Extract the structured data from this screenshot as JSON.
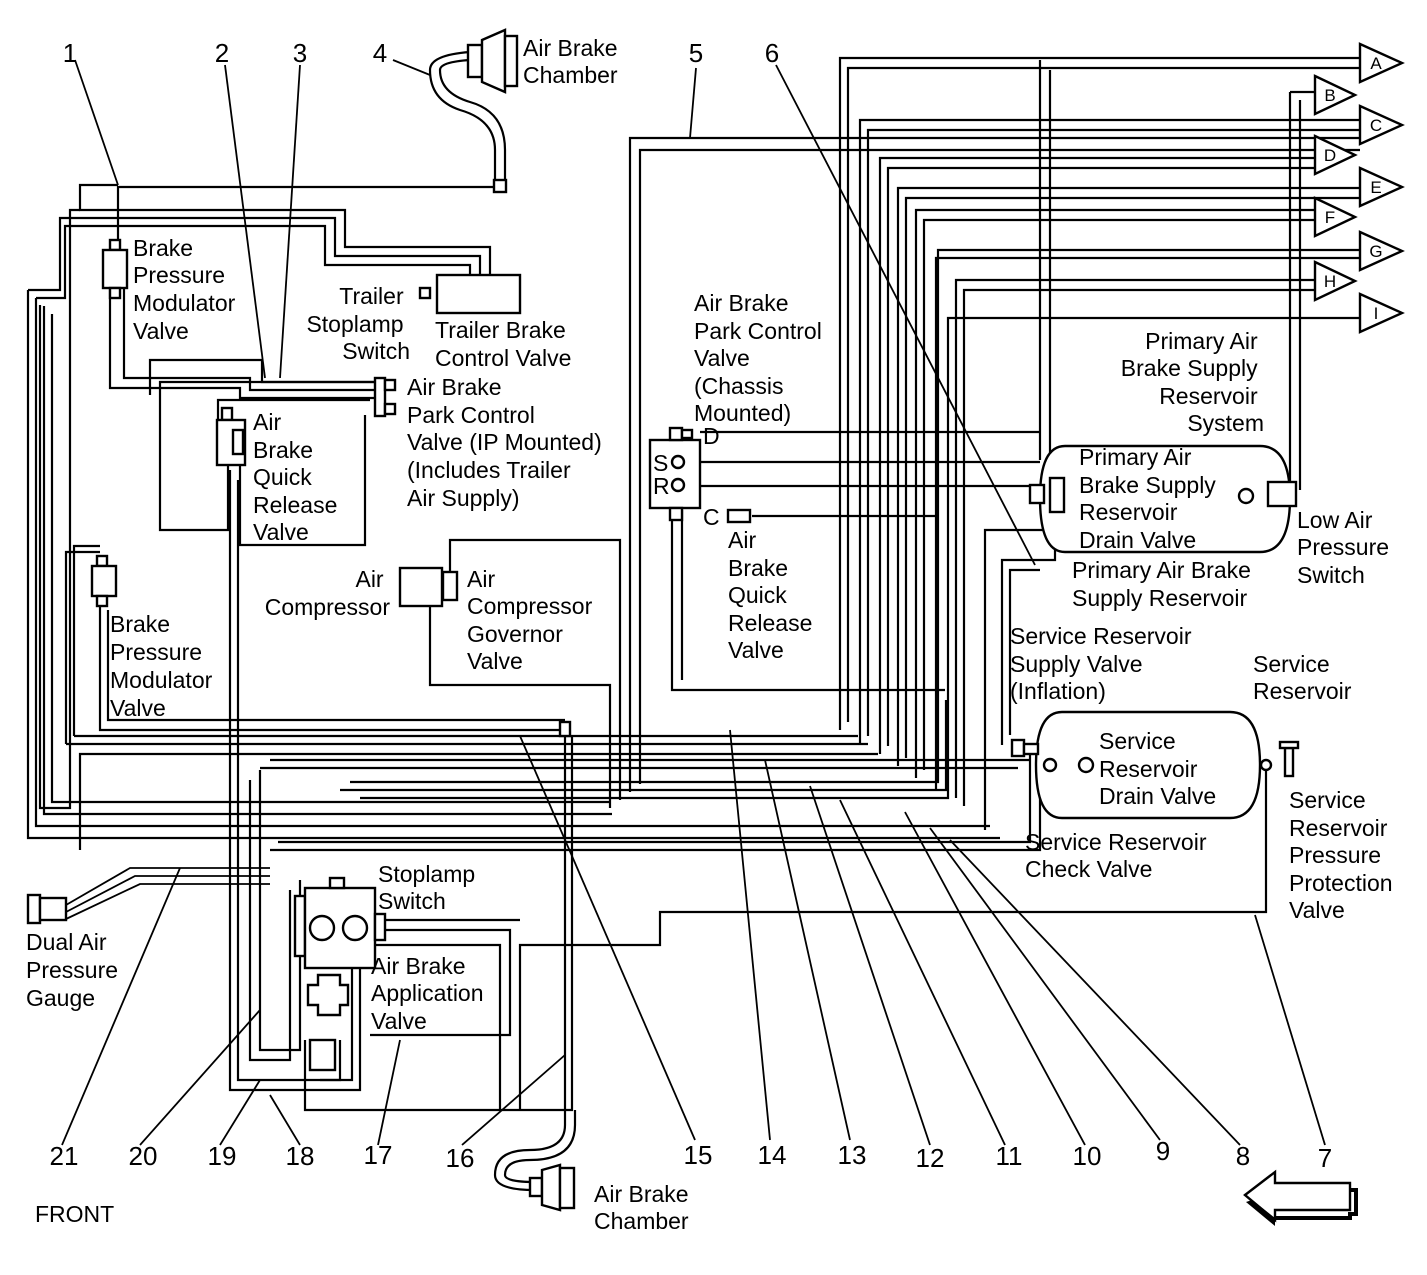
{
  "footer": {
    "front_label": "FRONT"
  },
  "callouts": [
    "1",
    "2",
    "3",
    "4",
    "5",
    "6",
    "7",
    "8",
    "9",
    "10",
    "11",
    "12",
    "13",
    "14",
    "15",
    "16",
    "17",
    "18",
    "19",
    "20",
    "21"
  ],
  "terminals": [
    "A",
    "B",
    "C",
    "D",
    "E",
    "F",
    "G",
    "H",
    "I"
  ],
  "valve_ports": {
    "d": "D",
    "s": "S",
    "r": "R",
    "c": "C"
  },
  "labels": {
    "air_brake_chamber_top": [
      "Air Brake",
      "Chamber"
    ],
    "brake_pressure_modulator_valve_upper": [
      "Brake",
      "Pressure",
      "Modulator",
      "Valve"
    ],
    "trailer_stoplamp_switch": [
      "Trailer",
      "Stoplamp",
      "Switch"
    ],
    "trailer_brake_control_valve": [
      "Trailer Brake",
      "Control Valve"
    ],
    "air_brake_park_control_valve_ip": [
      "Air Brake",
      "Park Control",
      "Valve (IP Mounted)",
      "(Includes Trailer",
      "Air Supply)"
    ],
    "air_brake_quick_release_valve_left": [
      "Air",
      "Brake",
      "Quick",
      "Release",
      "Valve"
    ],
    "air_brake_park_control_valve_chassis": [
      "Air Brake",
      "Park Control",
      "Valve",
      "(Chassis",
      "Mounted)"
    ],
    "air_brake_quick_release_valve_right": [
      "Air",
      "Brake",
      "Quick",
      "Release",
      "Valve"
    ],
    "air_compressor": [
      "Air",
      "Compressor"
    ],
    "air_compressor_governor_valve": [
      "Air",
      "Compressor",
      "Governor",
      "Valve"
    ],
    "brake_pressure_modulator_valve_lower": [
      "Brake",
      "Pressure",
      "Modulator",
      "Valve"
    ],
    "primary_air_brake_supply_reservoir_system": [
      "Primary Air",
      "Brake Supply",
      "Reservoir",
      "System"
    ],
    "primary_air_brake_supply_reservoir_drain_valve": [
      "Primary Air",
      "Brake Supply",
      "Reservoir",
      "Drain Valve"
    ],
    "low_air_pressure_switch": [
      "Low Air",
      "Pressure",
      "Switch"
    ],
    "primary_air_brake_supply_reservoir": [
      "Primary Air Brake",
      "Supply Reservoir"
    ],
    "service_reservoir_supply_valve": [
      "Service Reservoir",
      "Supply Valve",
      "(Inflation)"
    ],
    "service_reservoir": [
      "Service",
      "Reservoir"
    ],
    "service_reservoir_drain_valve": [
      "Service",
      "Reservoir",
      "Drain Valve"
    ],
    "service_reservoir_check_valve": [
      "Service Reservoir",
      "Check Valve"
    ],
    "service_reservoir_pressure_protection_valve": [
      "Service",
      "Reservoir",
      "Pressure",
      "Protection",
      "Valve"
    ],
    "stoplamp_switch": [
      "Stoplamp",
      "Switch"
    ],
    "air_brake_application_valve": [
      "Air Brake",
      "Application",
      "Valve"
    ],
    "dual_air_pressure_gauge": [
      "Dual Air",
      "Pressure",
      "Gauge"
    ],
    "air_brake_chamber_bottom": [
      "Air Brake",
      "Chamber"
    ]
  }
}
